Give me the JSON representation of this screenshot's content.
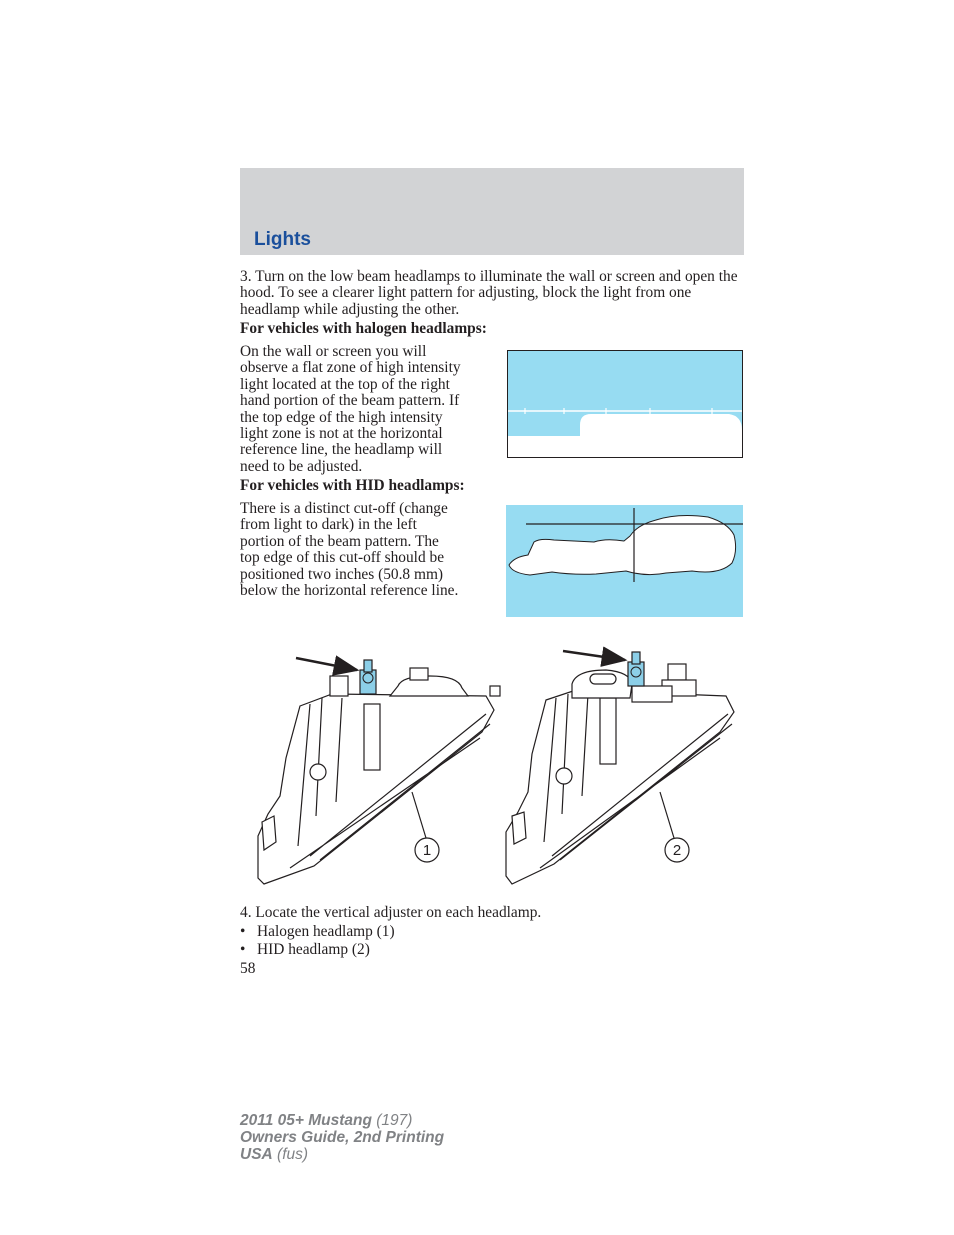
{
  "header": {
    "title": "Lights"
  },
  "step3": "3. Turn on the low beam headlamps to illuminate the wall or screen and open the hood. To see a clearer light pattern for adjusting, block the light from one headlamp while adjusting the other.",
  "halogen": {
    "heading": "For vehicles with halogen headlamps:",
    "lines": [
      "On the wall or screen you will",
      "observe a flat zone of high intensity",
      "light located at the top of the right",
      "hand portion of the beam pattern. If",
      "the top edge of the high intensity",
      "light zone is not at the horizontal",
      "reference line, the headlamp will",
      "need to be adjusted."
    ]
  },
  "hid": {
    "heading": "For vehicles with HID headlamps:",
    "lines": [
      "There is a distinct cut-off (change",
      "from light to dark) in the left",
      "portion of the beam pattern. The",
      "top edge of this cut-off should be",
      "positioned two inches (50.8 mm)",
      "below the horizontal reference line."
    ]
  },
  "figure_colors": {
    "pattern_blue": "#97dcf2",
    "adjuster_blue": "#8ccfe8",
    "line": "#231f20"
  },
  "callouts": {
    "halogen": "1",
    "hid": "2"
  },
  "step4": "4. Locate the vertical adjuster on each headlamp.",
  "bullets": [
    "Halogen headlamp (1)",
    "HID headlamp (2)"
  ],
  "bullet_char": "•",
  "page_number": "58",
  "footer": {
    "line1_bold": "2011 05+ Mustang",
    "line1_rest": " (197)",
    "line2_bold": "Owners Guide, 2nd Printing",
    "line3_bold": "USA",
    "line3_rest": " (fus)"
  }
}
